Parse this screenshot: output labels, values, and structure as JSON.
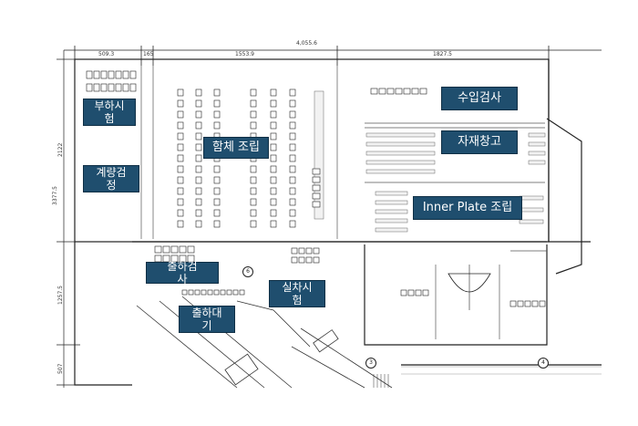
{
  "dimensions": {
    "top_total": "4,055.6",
    "top_a": "509.3",
    "top_b": "165",
    "top_c": "1553.9",
    "top_d": "1827.5",
    "left_total": "3377.5",
    "left_a": "2122",
    "left_b": "1257.5",
    "left_c": "507"
  },
  "zones": {
    "load_test": "부하시\n험",
    "hull_assembly": "함체 조립",
    "incoming_inspection": "수입검사",
    "material_warehouse": "자재창고",
    "metrology": "계량검\n정",
    "inner_plate": "Inner Plate 조립",
    "shipping_inspection": "출하검\n사",
    "vehicle_test": "실차시\n험",
    "shipping_wait": "출하대\n기"
  },
  "markers": {
    "m3": "3",
    "m4": "4",
    "m6": "6"
  },
  "colors": {
    "zone_fill": "#1f4e6e",
    "line": "#222222"
  }
}
